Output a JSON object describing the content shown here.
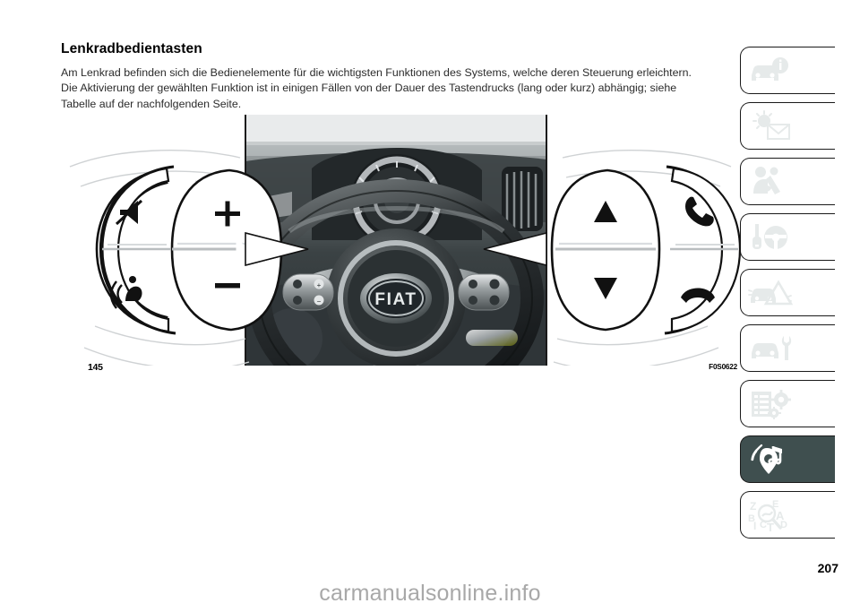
{
  "document": {
    "title": "Lenkradbedientasten",
    "paragraph_lines": [
      "Am Lenkrad befinden sich die Bedienelemente für die wichtigsten Funktionen des Systems, welche deren Steuerung erleichtern.",
      "Die Aktivierung der gewählten Funktion ist in einigen Fällen von der Dauer des Tastendrucks (lang oder kurz) abhängig; siehe",
      "Tabelle auf der nachfolgenden Seite."
    ],
    "page_number": "207",
    "watermark": "carmanualsonline.info"
  },
  "figure": {
    "number": "145",
    "code": "F0S0622",
    "caption_alt": "Lenkrad mit Bedientasten",
    "left_cluster": {
      "name": "linke Bedientastengruppe",
      "buttons": [
        {
          "id": "mute",
          "icon": "mute-speaker-icon",
          "label": "Stummschaltung"
        },
        {
          "id": "voice",
          "icon": "voice-command-icon",
          "label": "Sprachsteuerung"
        },
        {
          "id": "volume-up",
          "icon": "plus-icon",
          "label": "+"
        },
        {
          "id": "volume-down",
          "icon": "minus-icon",
          "label": "−"
        }
      ]
    },
    "right_cluster": {
      "name": "rechte Bedientastengruppe",
      "buttons": [
        {
          "id": "scroll-up",
          "icon": "triangle-up-icon",
          "label": "Auf"
        },
        {
          "id": "scroll-down",
          "icon": "triangle-down-icon",
          "label": "Ab"
        },
        {
          "id": "call-answer",
          "icon": "phone-handset-icon",
          "label": "Anruf annehmen"
        },
        {
          "id": "call-end",
          "icon": "phone-hangup-icon",
          "label": "Anruf beenden"
        }
      ]
    },
    "center_photo": {
      "brand_logo_text": "FIAT",
      "description": "Fotografie des Lenkrads mit Instrumententafel"
    }
  },
  "tab_rail": {
    "tabs": [
      {
        "id": "knowing-car",
        "icon": "car-info-icon",
        "label": "Kenntnis des Fahrzeugs",
        "active": false
      },
      {
        "id": "dashboard-warnings",
        "icon": "warning-light-mail-icon",
        "label": "Kenntnis der Instrumententafel",
        "active": false
      },
      {
        "id": "safety",
        "icon": "seatbelt-person-icon",
        "label": "Sicherheit",
        "active": false
      },
      {
        "id": "starting-driving",
        "icon": "key-steering-wheel-icon",
        "label": "Anlassen und Fahrt",
        "active": false
      },
      {
        "id": "emergency",
        "icon": "car-warning-triangle-icon",
        "label": "Im Notfall",
        "active": false
      },
      {
        "id": "maintenance",
        "icon": "car-wrench-icon",
        "label": "Wartung und Pflege",
        "active": false
      },
      {
        "id": "technical-data",
        "icon": "list-gears-icon",
        "label": "Technische Daten",
        "active": false
      },
      {
        "id": "infotainment",
        "icon": "music-pin-wifi-icon",
        "label": "Infotainment / Multimedia",
        "active": true
      },
      {
        "id": "index",
        "icon": "alphabet-magnifier-icon",
        "label": "Inhaltsverzeichnis",
        "active": false
      }
    ],
    "index_letters": [
      "Z",
      "B",
      "I",
      "C",
      "T",
      "S",
      "E",
      "A",
      "D"
    ]
  },
  "colors": {
    "active_tab_bg": "#3f4f4f",
    "tab_icon_light": "#e6eaea",
    "outline": "#1a1a1a",
    "watermark": "#a8a8a8"
  }
}
